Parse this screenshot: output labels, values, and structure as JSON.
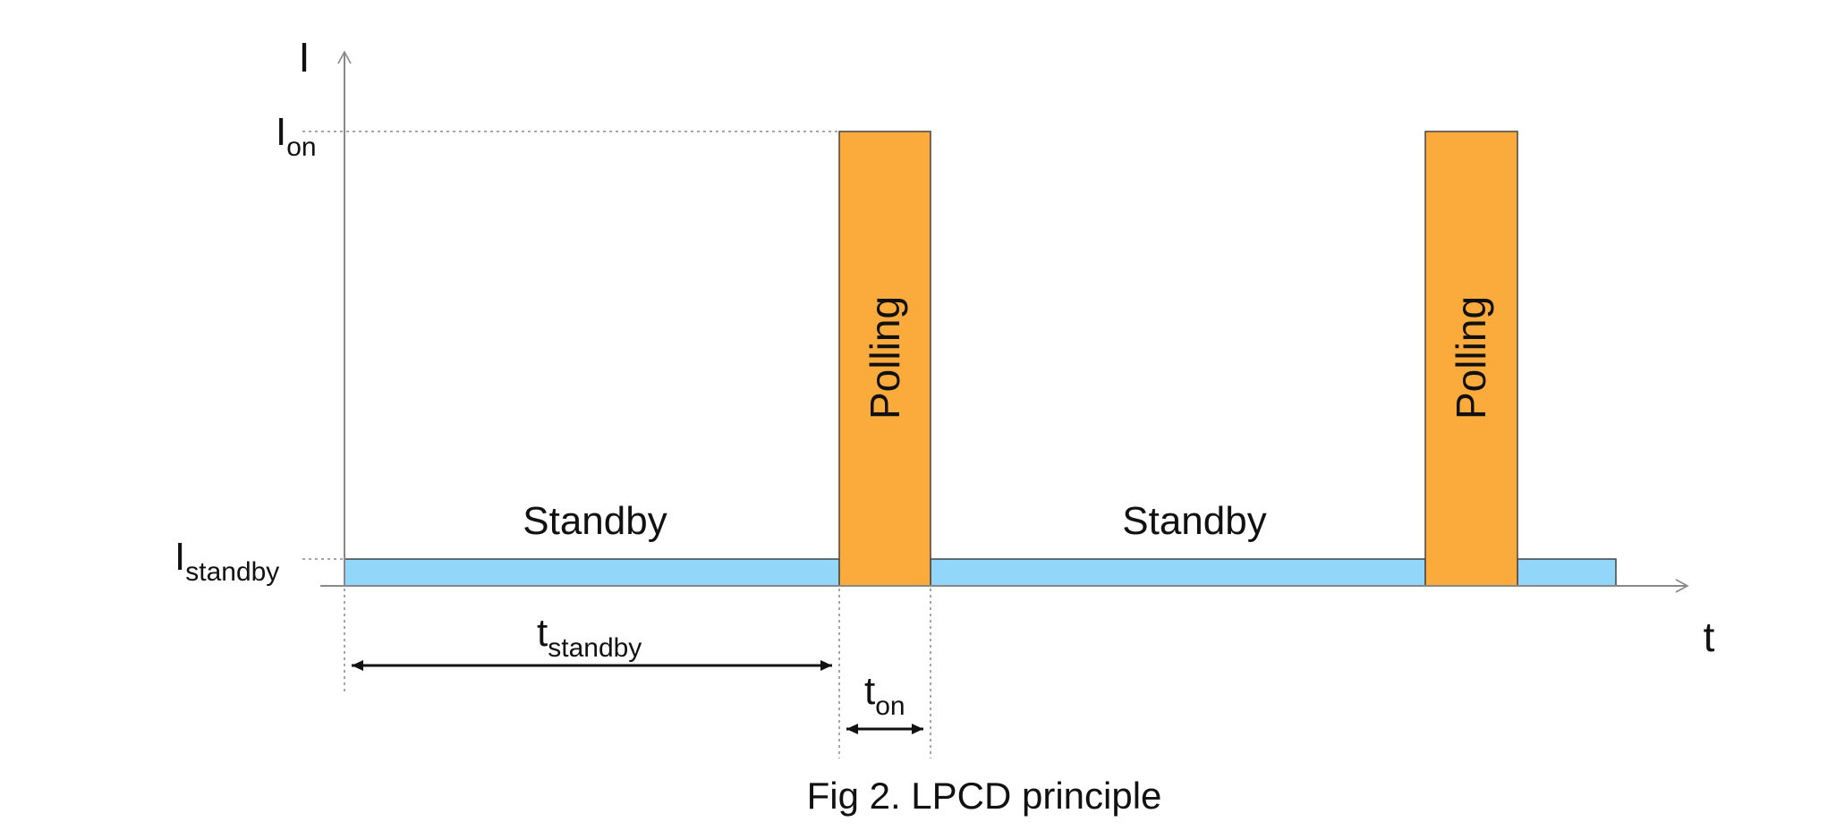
{
  "axes": {
    "y_label": "I",
    "x_label": "t"
  },
  "levels": {
    "on": {
      "base": "I",
      "sub": "on"
    },
    "standby": {
      "base": "I",
      "sub": "standby"
    }
  },
  "segments": [
    {
      "kind": "standby",
      "label": "Standby"
    },
    {
      "kind": "polling",
      "label": "Polling"
    },
    {
      "kind": "standby",
      "label": "Standby"
    },
    {
      "kind": "polling",
      "label": "Polling"
    },
    {
      "kind": "standby",
      "label": ""
    }
  ],
  "dimensions": {
    "t_standby": {
      "base": "t",
      "sub": "standby"
    },
    "t_on": {
      "base": "t",
      "sub": "on"
    }
  },
  "caption": "Fig 2. LPCD principle",
  "colors": {
    "standby_fill": "#92D6FA",
    "polling_fill": "#FBAA3C",
    "outline": "#444444",
    "axis": "#888888"
  }
}
